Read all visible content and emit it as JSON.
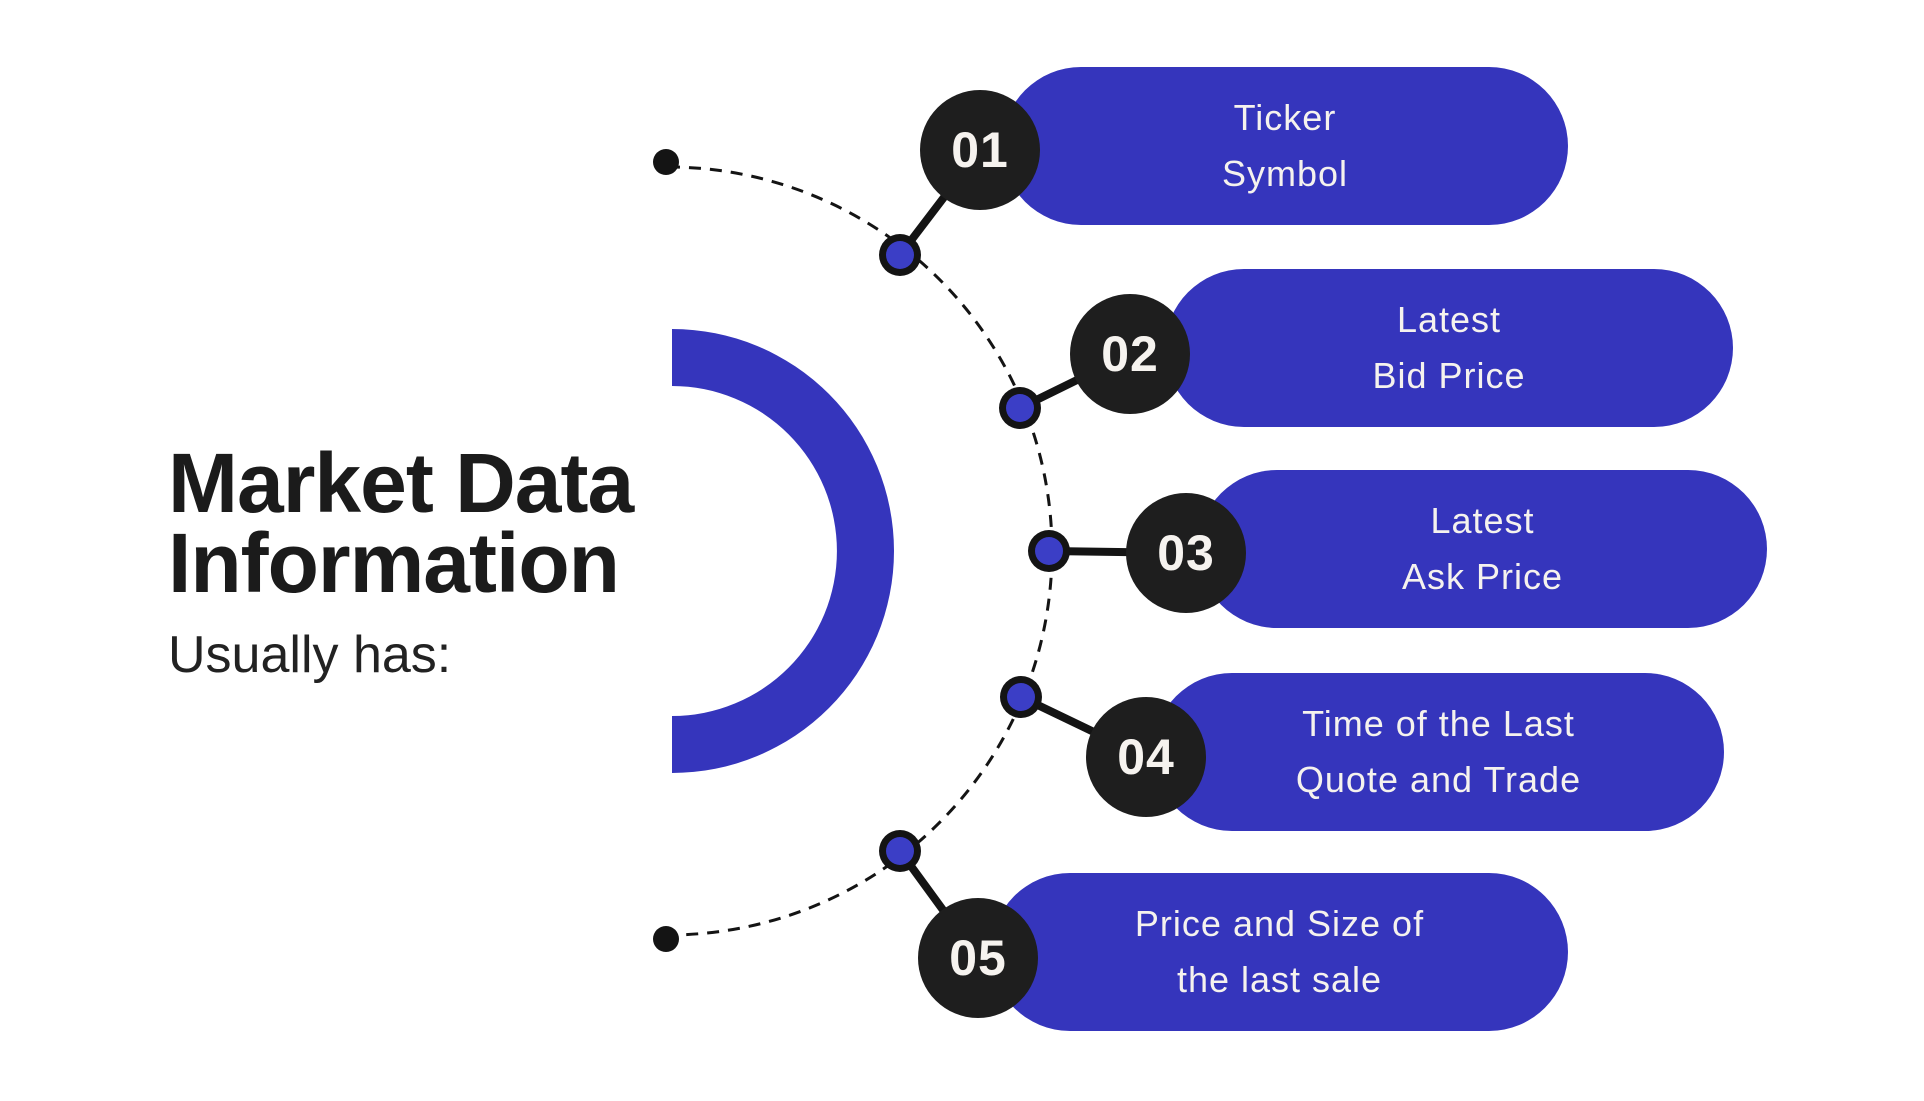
{
  "header": {
    "title": "Market Data\nInformation",
    "subtitle": "Usually has:"
  },
  "items": [
    {
      "number": "01",
      "label": "Ticker\nSymbol"
    },
    {
      "number": "02",
      "label": "Latest\nBid Price"
    },
    {
      "number": "03",
      "label": "Latest\nAsk Price"
    },
    {
      "number": "04",
      "label": "Time of the Last\nQuote and Trade"
    },
    {
      "number": "05",
      "label": "Price and Size of\nthe last sale"
    }
  ],
  "colors": {
    "pill_blue": "#3535bc",
    "ring_blue": "#3535bc",
    "node_blue": "#3b3ec6",
    "badge_black": "#1e1e1e",
    "line_black": "#141414",
    "title_black": "#1b1b1b",
    "pill_text": "#f5f2ee",
    "background": "#ffffff"
  }
}
